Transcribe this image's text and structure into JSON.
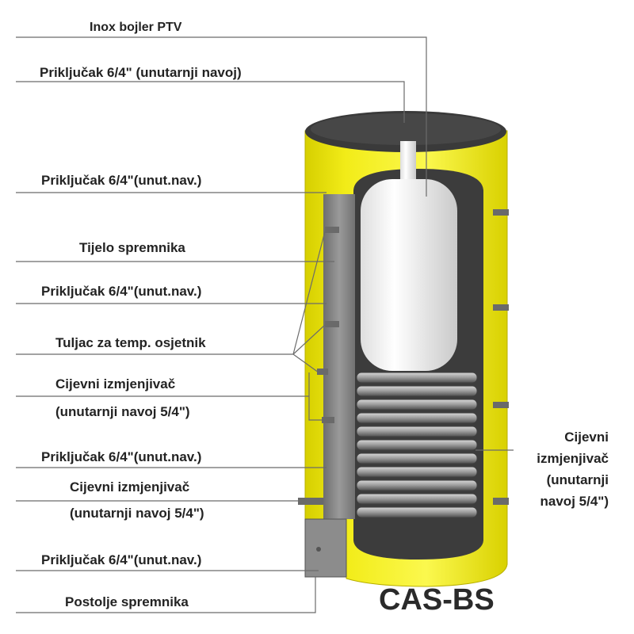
{
  "labels": {
    "inox_bojler": "Inox bojler PTV",
    "prikljucak_top": "Priključak 6/4\" (unutarnji navoj)",
    "prikljucak_1": "Priključak 6/4\"(unut.nav.)",
    "tijelo": "Tijelo spremnika",
    "prikljucak_2": "Priključak 6/4\"(unut.nav.)",
    "tuljac": "Tuljac za temp. osjetnik",
    "izmjenjivac_1_line1": "Cijevni izmjenjivač",
    "izmjenjivac_1_line2": "(unutarnji navoj 5/4\")",
    "prikljucak_3": "Priključak 6/4\"(unut.nav.)",
    "izmjenjivac_2_line1": "Cijevni izmjenjivač",
    "izmjenjivac_2_line2": "(unutarnji navoj 5/4\")",
    "prikljucak_4": "Priključak 6/4\"(unut.nav.)",
    "postolje": "Postolje spremnika",
    "right": [
      "Cijevni",
      "izmjenjivač",
      "(unutarnji",
      "navoj 5/4\")"
    ]
  },
  "model": "CAS-BS",
  "colors": {
    "insulation": "#f4ee1c",
    "tank_wall": "#858585",
    "cavity": "#3c3c3c",
    "inox_boiler": "#ffffff",
    "leader_lines": "#6b6b6b"
  }
}
